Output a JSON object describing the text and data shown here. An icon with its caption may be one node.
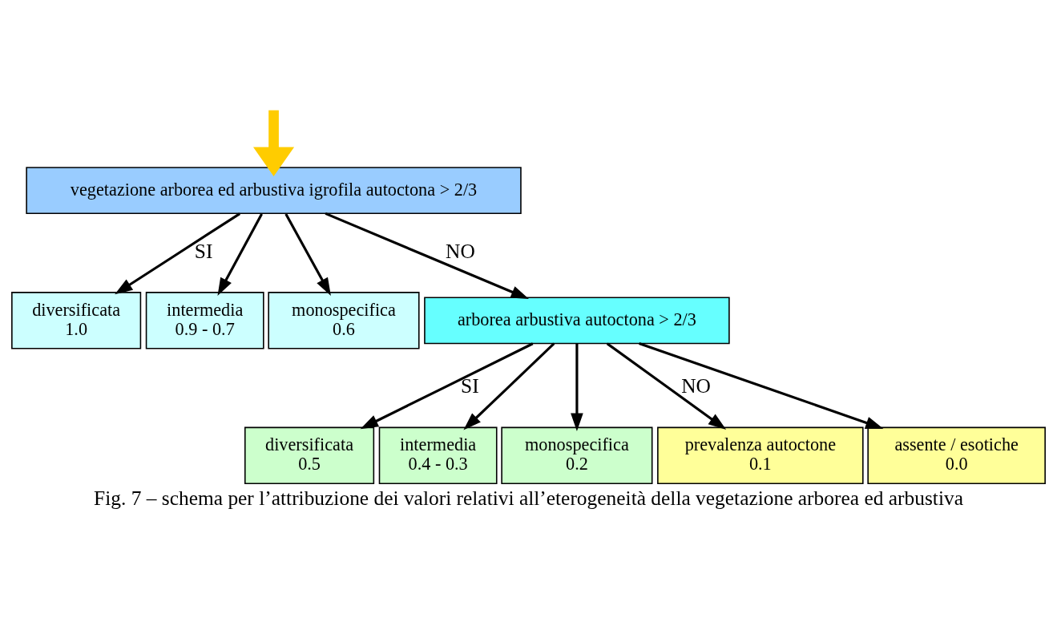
{
  "diagram": {
    "caption": "Fig. 7 – schema per l’attribuzione dei valori relativi all’eterogeneità della vegetazione arborea ed arbustiva",
    "nodes": [
      {
        "text": [
          "vegetazione arborea ed arbustiva igrofila autoctona > 2/3"
        ]
      },
      {
        "text": [
          "diversificata",
          "1.0"
        ]
      },
      {
        "text": [
          "intermedia",
          "0.9 - 0.7"
        ]
      },
      {
        "text": [
          "monospecifica",
          "0.6"
        ]
      },
      {
        "text": [
          "arborea arbustiva autoctona > 2/3"
        ]
      },
      {
        "text": [
          "diversificata",
          "0.5"
        ]
      },
      {
        "text": [
          "intermedia",
          "0.4 - 0.3"
        ]
      },
      {
        "text": [
          "monospecifica",
          "0.2"
        ]
      },
      {
        "text": [
          "prevalenza autoctone",
          "0.1"
        ]
      },
      {
        "text": [
          "assente / esotiche",
          "0.0"
        ]
      }
    ],
    "edges": [
      {
        "from": null,
        "to": 0,
        "arrow": "to",
        "style": "thick",
        "color": "#ffcc00"
      },
      {
        "from": 0,
        "to": 1,
        "arrow": "to",
        "label": "SI"
      },
      {
        "from": 0,
        "to": 2,
        "arrow": "to"
      },
      {
        "from": 0,
        "to": 3,
        "arrow": "to"
      },
      {
        "from": 0,
        "to": 4,
        "arrow": "to",
        "label": "NO"
      },
      {
        "from": 4,
        "to": 5,
        "arrow": "to",
        "label": "SI"
      },
      {
        "from": 4,
        "to": 6,
        "arrow": "to"
      },
      {
        "from": 4,
        "to": 7,
        "arrow": "to"
      },
      {
        "from": 4,
        "to": 8,
        "arrow": "to",
        "label": "NO"
      },
      {
        "from": 4,
        "to": 9,
        "arrow": "to"
      }
    ]
  }
}
